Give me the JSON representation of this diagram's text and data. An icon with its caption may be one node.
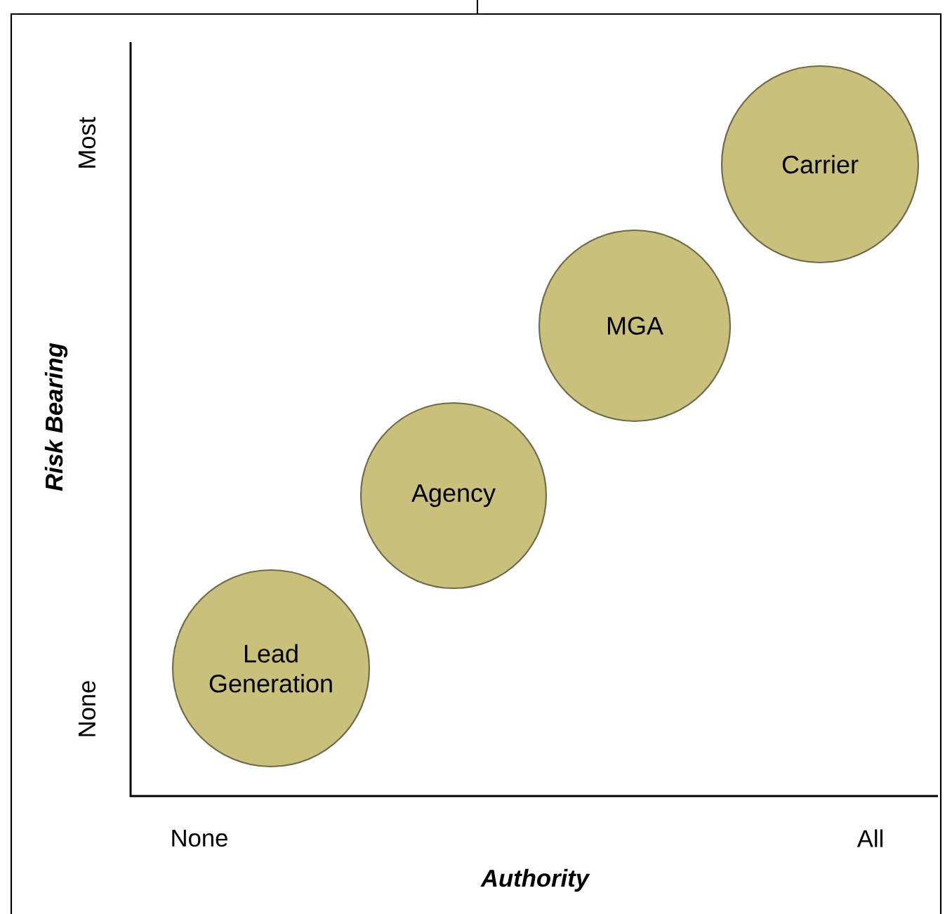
{
  "diagram": {
    "nodes": [
      {
        "text": [
          "Lead Generation"
        ]
      },
      {
        "text": [
          "Agency"
        ]
      },
      {
        "text": [
          "MGA"
        ]
      },
      {
        "text": [
          "Carrier"
        ]
      }
    ],
    "labels": [
      "Most",
      "None",
      "Risk Bearing",
      "None",
      "All",
      "Authority"
    ]
  }
}
